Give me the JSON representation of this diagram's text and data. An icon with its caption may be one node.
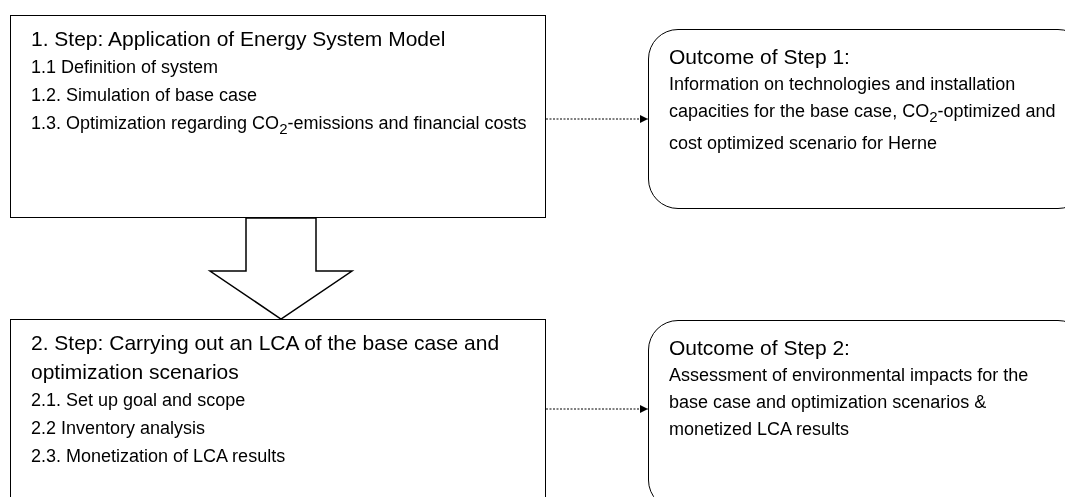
{
  "diagram": {
    "nodes": [
      {
        "text": [
          "1. Step: Application of Energy System Model",
          "1.1 Definition of system",
          "1.2. Simulation of base case",
          "1.3. Optimization regarding CO$_{2}$-emissions and financial costs"
        ]
      },
      {
        "text": [
          "Outcome of Step 1:",
          "Information on technologies and installation capacities for the base case, CO$_{2}$-optimized and cost optimized scenario for Herne"
        ]
      },
      {
        "text": [
          "2. Step: Carrying out an LCA of the base case and optimization scenarios",
          "2.1. Set up goal and scope",
          "2.2 Inventory analysis",
          "2.3. Monetization of LCA results"
        ]
      },
      {
        "text": [
          "Outcome of Step 2:",
          "Assessment of environmental impacts for the base case and optimization scenarios & monetized LCA results"
        ]
      }
    ],
    "edges": [
      {
        "from": 0,
        "to": 1,
        "arrow": "to",
        "style": "dashed"
      },
      {
        "from": 0,
        "to": 2,
        "arrow": "to",
        "style": "thick"
      },
      {
        "from": 2,
        "to": 3,
        "arrow": "to",
        "style": "dashed"
      }
    ]
  }
}
